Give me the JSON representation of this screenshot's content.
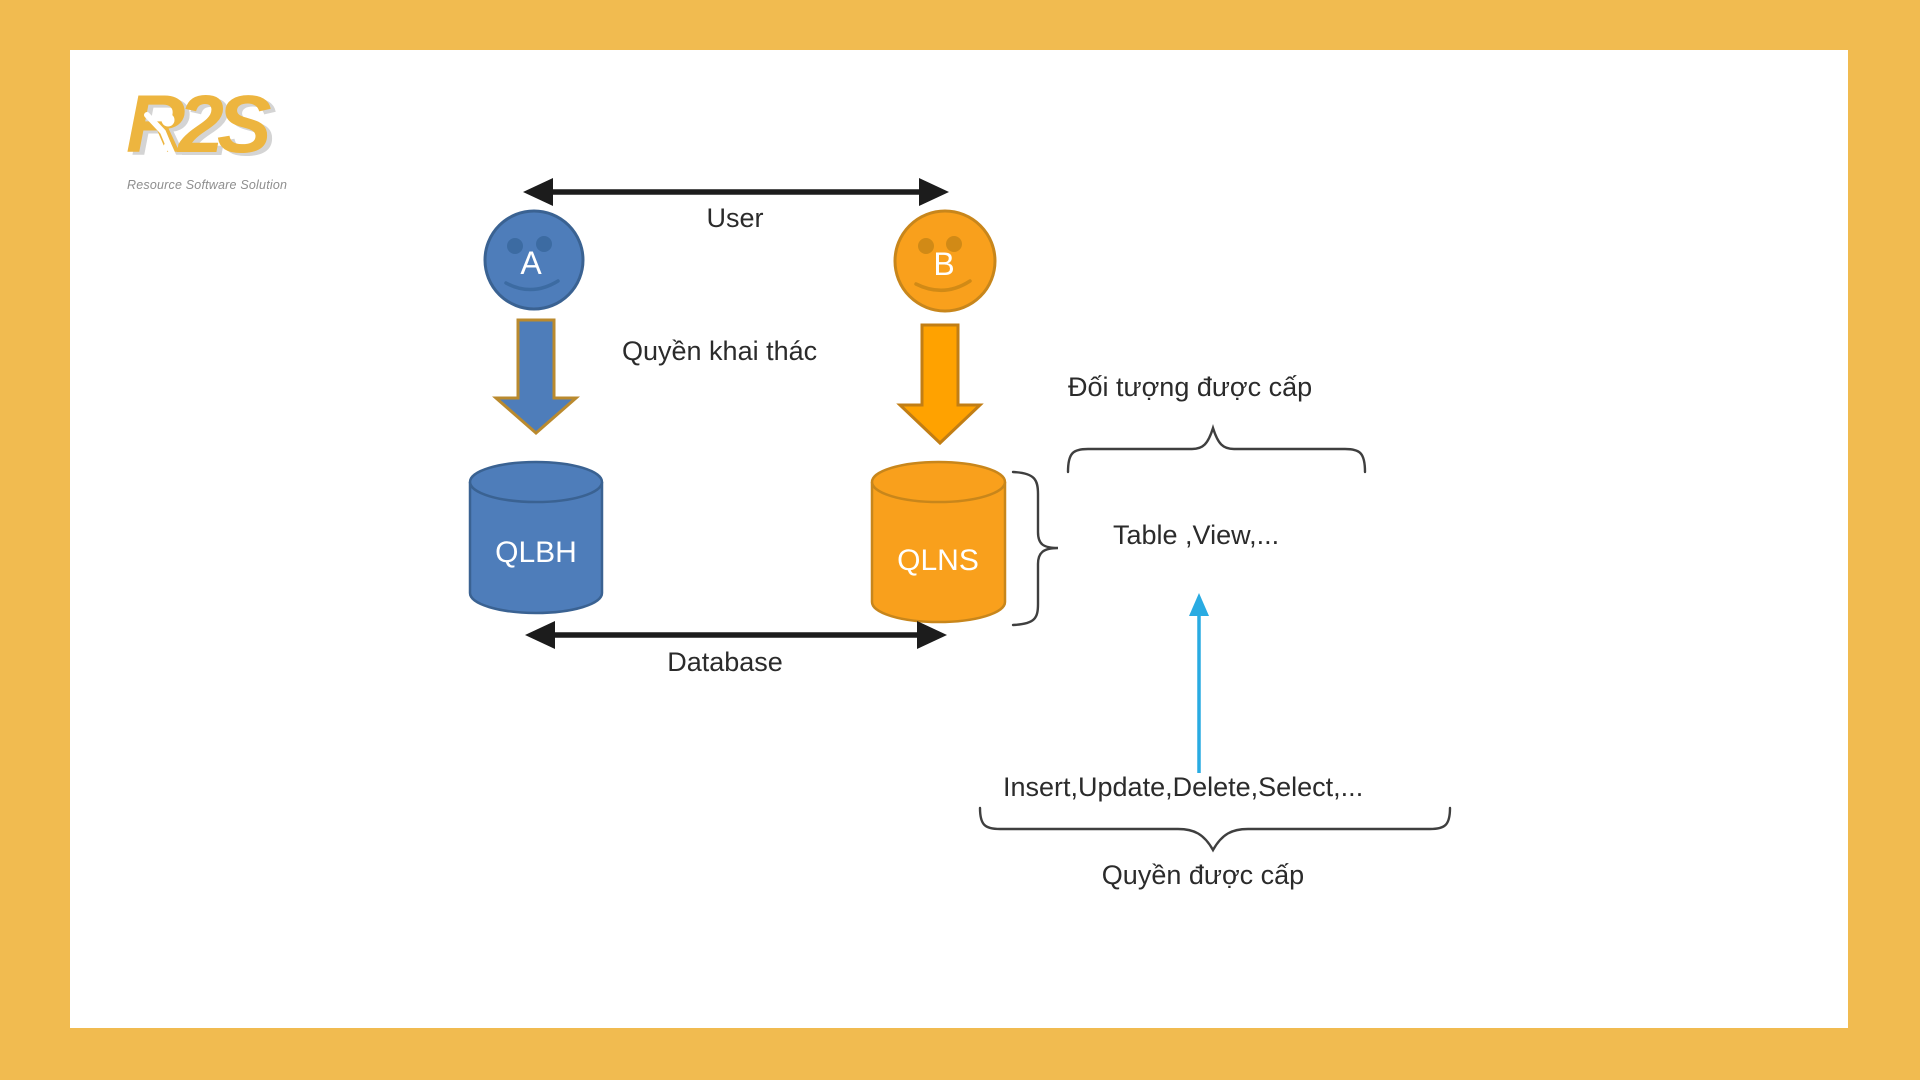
{
  "canvas": {
    "background": "#F1BB50",
    "surface": "#FFFFFF"
  },
  "logo": {
    "text": "R2S",
    "subtitle": "Resource Software Solution",
    "color": "#EDB53F",
    "subtitle_color": "#8E8E8E"
  },
  "labels": {
    "user": "User",
    "quyen_khai_thac": "Quyền khai thác",
    "database": "Database",
    "doi_tuong_duoc_cap": "Đối tượng được cấp",
    "table_view": "Table ,View,...",
    "insert_update_delete_select": "Insert,Update,Delete,Select,...",
    "quyen_duoc_cap": "Quyền được cấp"
  },
  "actors": {
    "a": {
      "label": "A",
      "fill": "#4E7DBA",
      "border": "#3A6292",
      "feature": "#3C6BA2"
    },
    "b": {
      "label": "B",
      "fill": "#F9A01C",
      "border": "#C8861B",
      "feature": "#D18A16"
    }
  },
  "cylinders": {
    "qlbh": {
      "label": "QLBH",
      "fill": "#4E7DBA",
      "border": "#3A6292"
    },
    "qlns": {
      "label": "QLNS",
      "fill": "#F9A01C",
      "border": "#C8861B"
    }
  },
  "arrows": {
    "black": "#1C1C1C",
    "cyan": "#29ABE2",
    "blue_fill": "#4E7DBA",
    "blue_border": "#BA8A2E",
    "orange_fill": "#FFA200",
    "orange_border": "#C27E14"
  },
  "brace_color": "#3F3F3F",
  "text_color": "#2B2B2B"
}
